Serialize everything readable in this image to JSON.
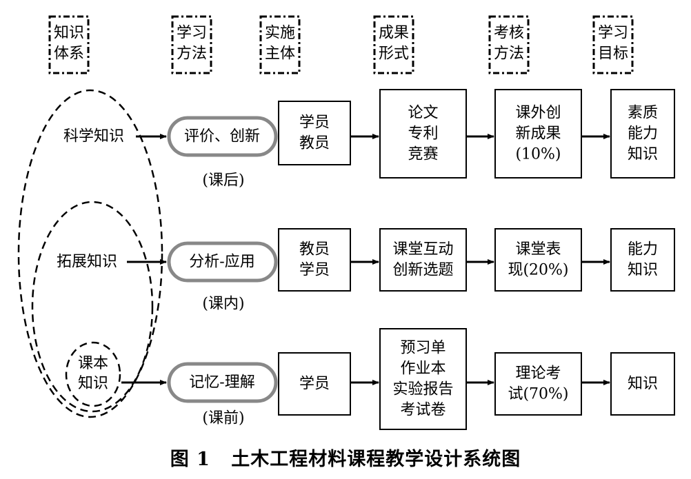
{
  "headers": [
    {
      "lines": [
        "知识",
        "体系"
      ]
    },
    {
      "lines": [
        "学习",
        "方法"
      ]
    },
    {
      "lines": [
        "实施",
        "主体"
      ]
    },
    {
      "lines": [
        "成果",
        "形式"
      ]
    },
    {
      "lines": [
        "考核",
        "方法"
      ]
    },
    {
      "lines": [
        "学习",
        "目标"
      ]
    }
  ],
  "knowledge": [
    {
      "lines": [
        "科学知识"
      ]
    },
    {
      "lines": [
        "拓展知识"
      ]
    },
    {
      "lines": [
        "课本",
        "知识"
      ]
    }
  ],
  "rows": [
    {
      "method": "评价、创新",
      "time": "(课后)",
      "subject": [
        "学员",
        "教员"
      ],
      "outcome": [
        "论文",
        "专利",
        "竞赛"
      ],
      "assessment": [
        "课外创",
        "新成果",
        "(10%)"
      ],
      "goal": [
        "素质",
        "能力",
        "知识"
      ]
    },
    {
      "method": "分析-应用",
      "time": "(课内)",
      "subject": [
        "教员",
        "学员"
      ],
      "outcome": [
        "课堂互动",
        "创新选题"
      ],
      "assessment": [
        "课堂表",
        "现(20%)"
      ],
      "goal": [
        "能力",
        "知识"
      ]
    },
    {
      "method": "记忆-理解",
      "time": "(课前)",
      "subject": [
        "学员"
      ],
      "outcome": [
        "预习单",
        "作业本",
        "实验报告",
        "考试卷"
      ],
      "assessment": [
        "理论考",
        "试(70%)"
      ],
      "goal": [
        "知识"
      ]
    }
  ],
  "caption": {
    "label": "图 1",
    "title": "土木工程材料课程教学设计系统图"
  }
}
